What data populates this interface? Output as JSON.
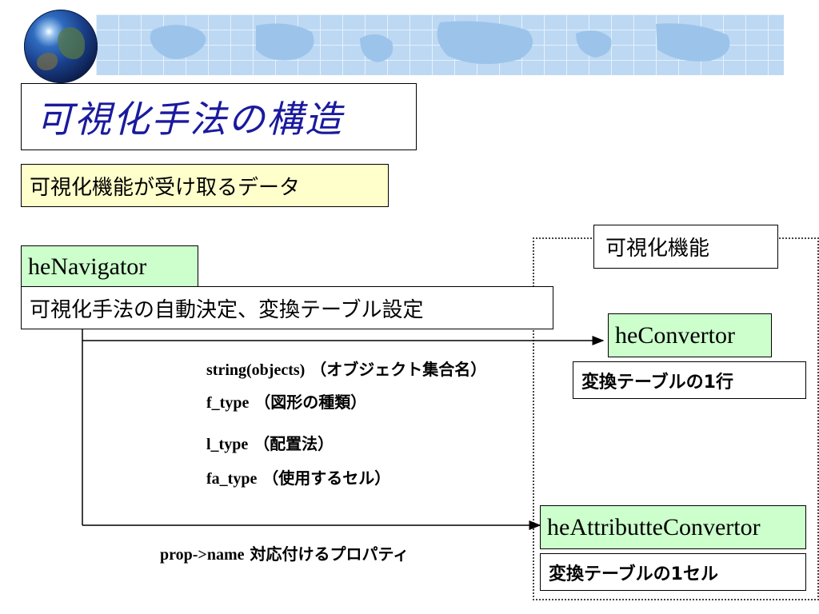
{
  "slide": {
    "title": "可視化手法の構造",
    "subtitle": "可視化機能が受け取るデータ"
  },
  "diagram": {
    "visualization_function_label": "可視化機能",
    "navigator": {
      "name": "heNavigator",
      "role": "可視化手法の自動決定、変換テーブル設定"
    },
    "convertor": {
      "name": "heConvertor",
      "description": "変換テーブルの1行"
    },
    "attribute_convertor": {
      "name": "heAttributteConvertor",
      "description": "変換テーブルの1セル"
    },
    "parameters": [
      {
        "name": "string(objects)",
        "meaning": "（オブジェクト集合名）"
      },
      {
        "name": "f_type",
        "meaning": "（図形の種類）"
      },
      {
        "name": "l_type",
        "meaning": "（配置法）"
      },
      {
        "name": "fa_type",
        "meaning": "（使用するセル）"
      }
    ],
    "prop_param": {
      "name": "prop->name",
      "meaning": "対応付けるプロパティ"
    }
  }
}
